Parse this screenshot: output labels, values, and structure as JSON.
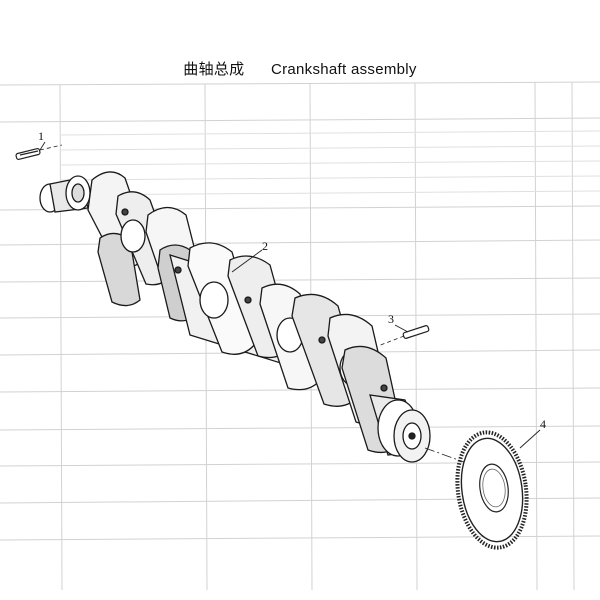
{
  "title": {
    "chinese": "曲轴总成",
    "english": "Crankshaft assembly"
  },
  "callouts": [
    "1",
    "2",
    "3",
    "4"
  ],
  "parts": [
    {
      "id": "1",
      "icon": "pin-icon"
    },
    {
      "id": "2",
      "icon": "crankshaft-icon"
    },
    {
      "id": "3",
      "icon": "pin-icon"
    },
    {
      "id": "4",
      "icon": "gear-ring-icon"
    }
  ],
  "colors": {
    "line": "#222222",
    "show_through": "#c8c8c8",
    "background": "#ffffff"
  }
}
